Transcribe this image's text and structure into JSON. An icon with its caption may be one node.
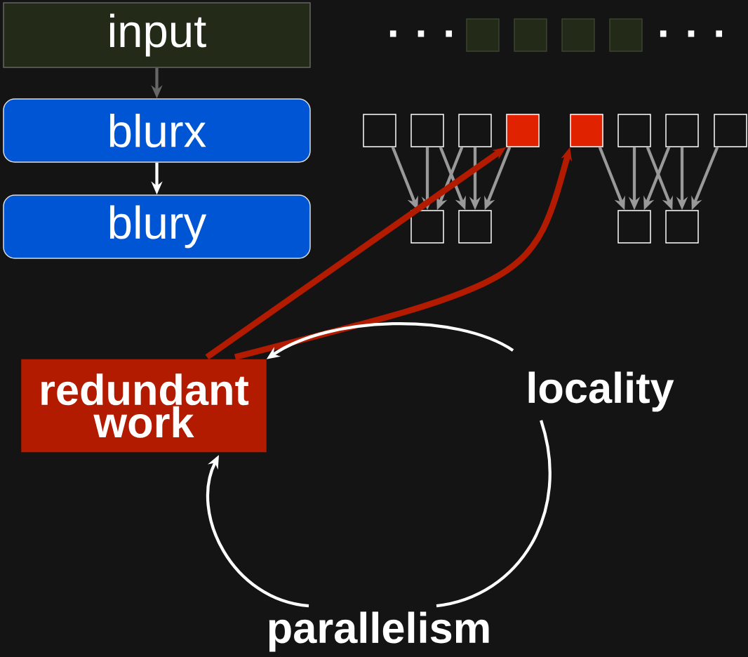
{
  "diagram": {
    "nodes": [
      {
        "text": [
          "input"
        ]
      },
      {
        "text": [
          "blurx"
        ]
      },
      {
        "text": [
          "blury"
        ]
      },
      {
        "text": [],
        "shape": "box"
      },
      {
        "text": [],
        "shape": "box"
      },
      {
        "text": [],
        "shape": "box"
      },
      {
        "text": [],
        "shape": "box"
      },
      {
        "text": [],
        "shape": "box"
      },
      {
        "text": [],
        "shape": "box"
      },
      {
        "text": [],
        "shape": "box"
      },
      {
        "text": [],
        "shape": "box"
      },
      {
        "text": [],
        "shape": "box"
      },
      {
        "text": [],
        "shape": "box"
      },
      {
        "text": [],
        "shape": "box"
      },
      {
        "text": [],
        "shape": "box"
      },
      {
        "text": [],
        "shape": "box"
      },
      {
        "text": [],
        "shape": "box"
      },
      {
        "text": [],
        "shape": "box"
      },
      {
        "text": [],
        "shape": "box"
      },
      {
        "text": [
          "redundant work"
        ]
      },
      {
        "text": [
          "locality"
        ]
      },
      {
        "text": [
          "parallelism"
        ]
      }
    ],
    "edges": [
      {
        "from": 0,
        "to": 1,
        "arrow": "to",
        "color": "#666666"
      },
      {
        "from": 1,
        "to": 2,
        "arrow": "to",
        "color": "#ffffff"
      },
      {
        "from": 7,
        "to": 15,
        "arrow": "to"
      },
      {
        "from": 8,
        "to": 15,
        "arrow": "to"
      },
      {
        "from": 8,
        "to": 16,
        "arrow": "to"
      },
      {
        "from": 9,
        "to": 15,
        "arrow": "to"
      },
      {
        "from": 9,
        "to": 16,
        "arrow": "to"
      },
      {
        "from": 10,
        "to": 16,
        "arrow": "to"
      },
      {
        "from": 11,
        "to": 17,
        "arrow": "to"
      },
      {
        "from": 12,
        "to": 17,
        "arrow": "to"
      },
      {
        "from": 12,
        "to": 18,
        "arrow": "to"
      },
      {
        "from": 13,
        "to": 17,
        "arrow": "to"
      },
      {
        "from": 13,
        "to": 18,
        "arrow": "to"
      },
      {
        "from": 14,
        "to": 18,
        "arrow": "to"
      },
      {
        "from": 19,
        "to": 10,
        "arrow": "to",
        "style": "thick",
        "color": "#b31b00"
      },
      {
        "from": 19,
        "to": 11,
        "arrow": "to",
        "style": "thick",
        "color": "#b31b00"
      },
      {
        "from": 20,
        "to": 19,
        "arrow": "to",
        "color": "#ffffff"
      },
      {
        "from": 20,
        "to": 21,
        "arrow": "none",
        "color": "#ffffff"
      },
      {
        "from": 21,
        "to": 19,
        "arrow": "to",
        "color": "#ffffff"
      }
    ],
    "labels": [
      ". . .",
      ". . ."
    ]
  }
}
